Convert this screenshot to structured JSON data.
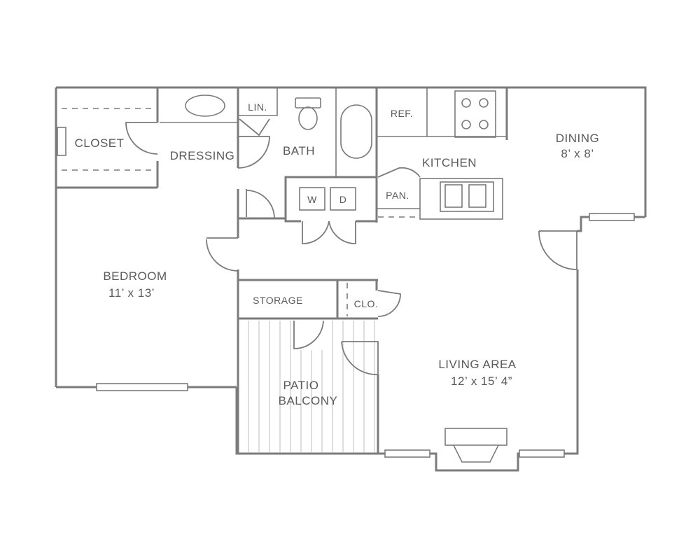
{
  "rooms": {
    "closet": "CLOSET",
    "dressing": "DRESSING",
    "linen": "LIN.",
    "bath": "BATH",
    "refrigerator": "REF.",
    "kitchen": "KITCHEN",
    "dining": "DINING",
    "dining_size": "8’ x 8’",
    "pantry": "PAN.",
    "washer": "W",
    "dryer": "D",
    "bedroom": "BEDROOM",
    "bedroom_size": "11’ x 13’",
    "storage": "STORAGE",
    "small_closet": "CLO.",
    "living": "LIVING AREA",
    "living_size": "12’ x 15’ 4”",
    "patio_line1": "PATIO",
    "patio_line2": "BALCONY"
  }
}
